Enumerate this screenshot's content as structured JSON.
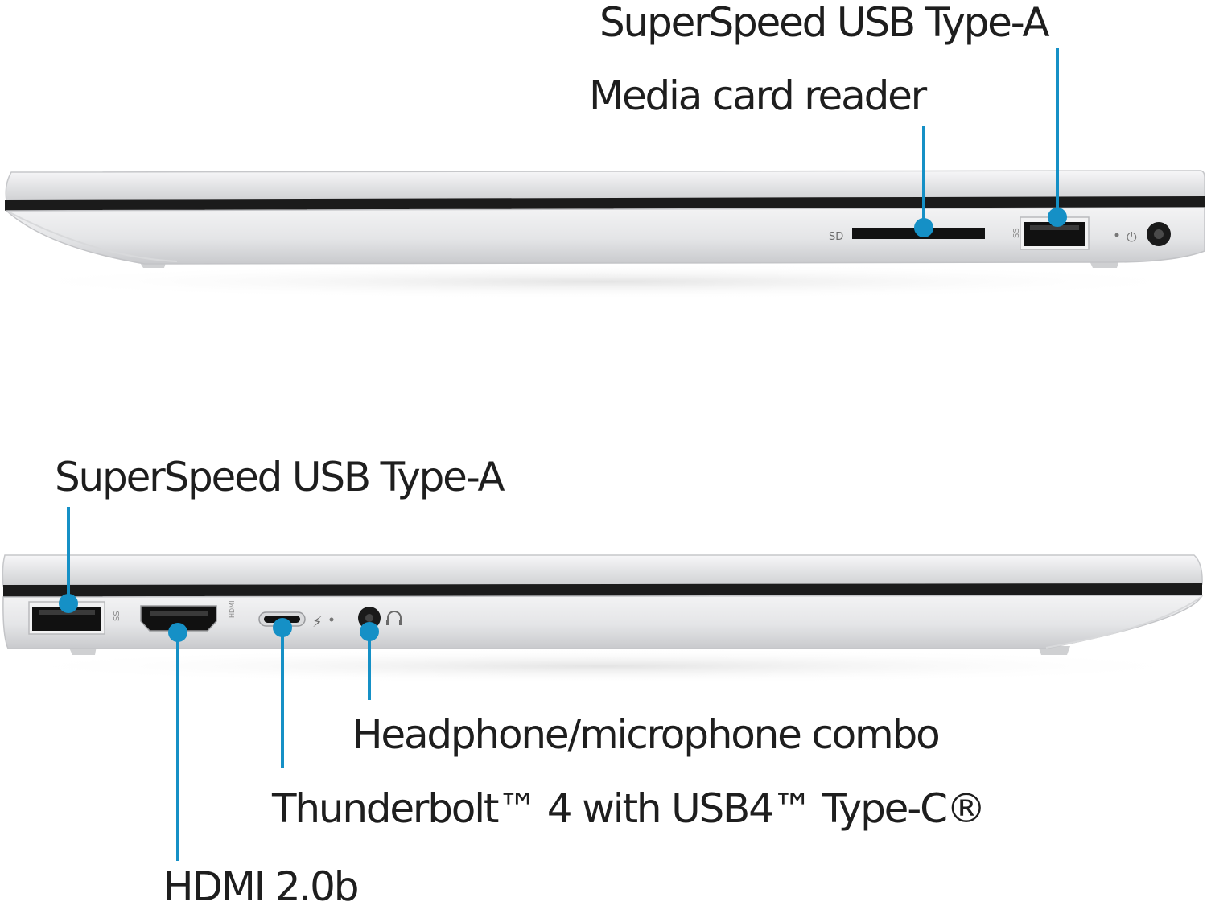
{
  "right_side": {
    "usb_label": "SuperSpeed USB Type-A",
    "card_reader_label": "Media card reader",
    "sd_marking": "SD"
  },
  "left_side": {
    "usb_label": "SuperSpeed USB Type-A",
    "hdmi_label": "HDMI 2.0b",
    "thunderbolt_label": "Thunderbolt™ 4 with USB4™ Type-C®",
    "audio_label": "Headphone/microphone combo"
  },
  "colors": {
    "callout": "#1590c6",
    "chassis": "#e8e9eb",
    "port": "#121212"
  }
}
